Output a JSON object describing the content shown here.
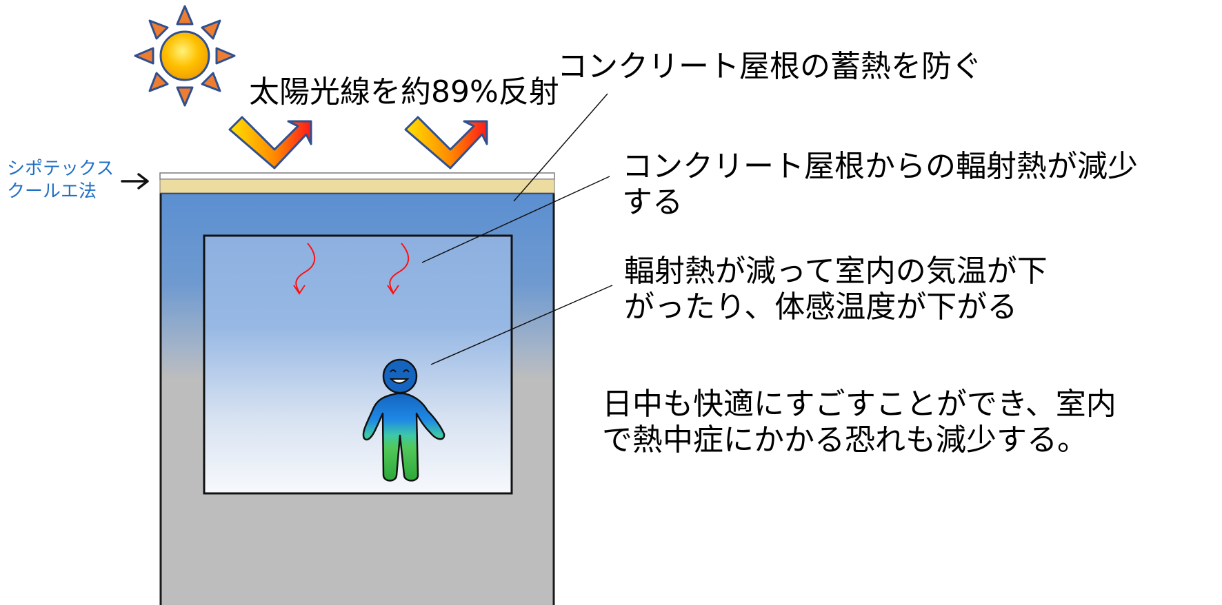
{
  "labels": {
    "reflect": "太陽光線を約89%反射",
    "roof_storage": "コンクリート屋根の蓄熱を防ぐ",
    "radiant_line1": "コンクリート屋根からの輻射熱が減少",
    "radiant_line2": "する",
    "temp_line1": "輻射熱が減って室内の気温が下",
    "temp_line2": "がったり、体感温度が下がる",
    "comfort_line1": "日中も快適にすごすことができ、室内",
    "comfort_line2": "で熱中症にかかる恐れも減少する。",
    "method_line1": "シポテックス",
    "method_line2": "クールエ法"
  },
  "colors": {
    "wall_top": "#5b8fd1",
    "wall_bottom": "#bdbdbd",
    "coating": "#eddca0",
    "room_top": "#8db0e0",
    "room_bottom": "#f7f9fc",
    "heat_arrow": "#ff1010",
    "method_text": "#1f6fc5",
    "sun_core": "#ffc000",
    "sun_ray": "#ed7d31",
    "person_head": "#1565c0",
    "person_body": "#4cc34c"
  },
  "icons": {
    "sun": "sun-icon",
    "reflect_arrow": "reflection-arrow-icon",
    "heat_arrow": "heat-wave-arrow-icon",
    "person": "smiling-person-icon",
    "pointer": "right-arrow-icon"
  }
}
